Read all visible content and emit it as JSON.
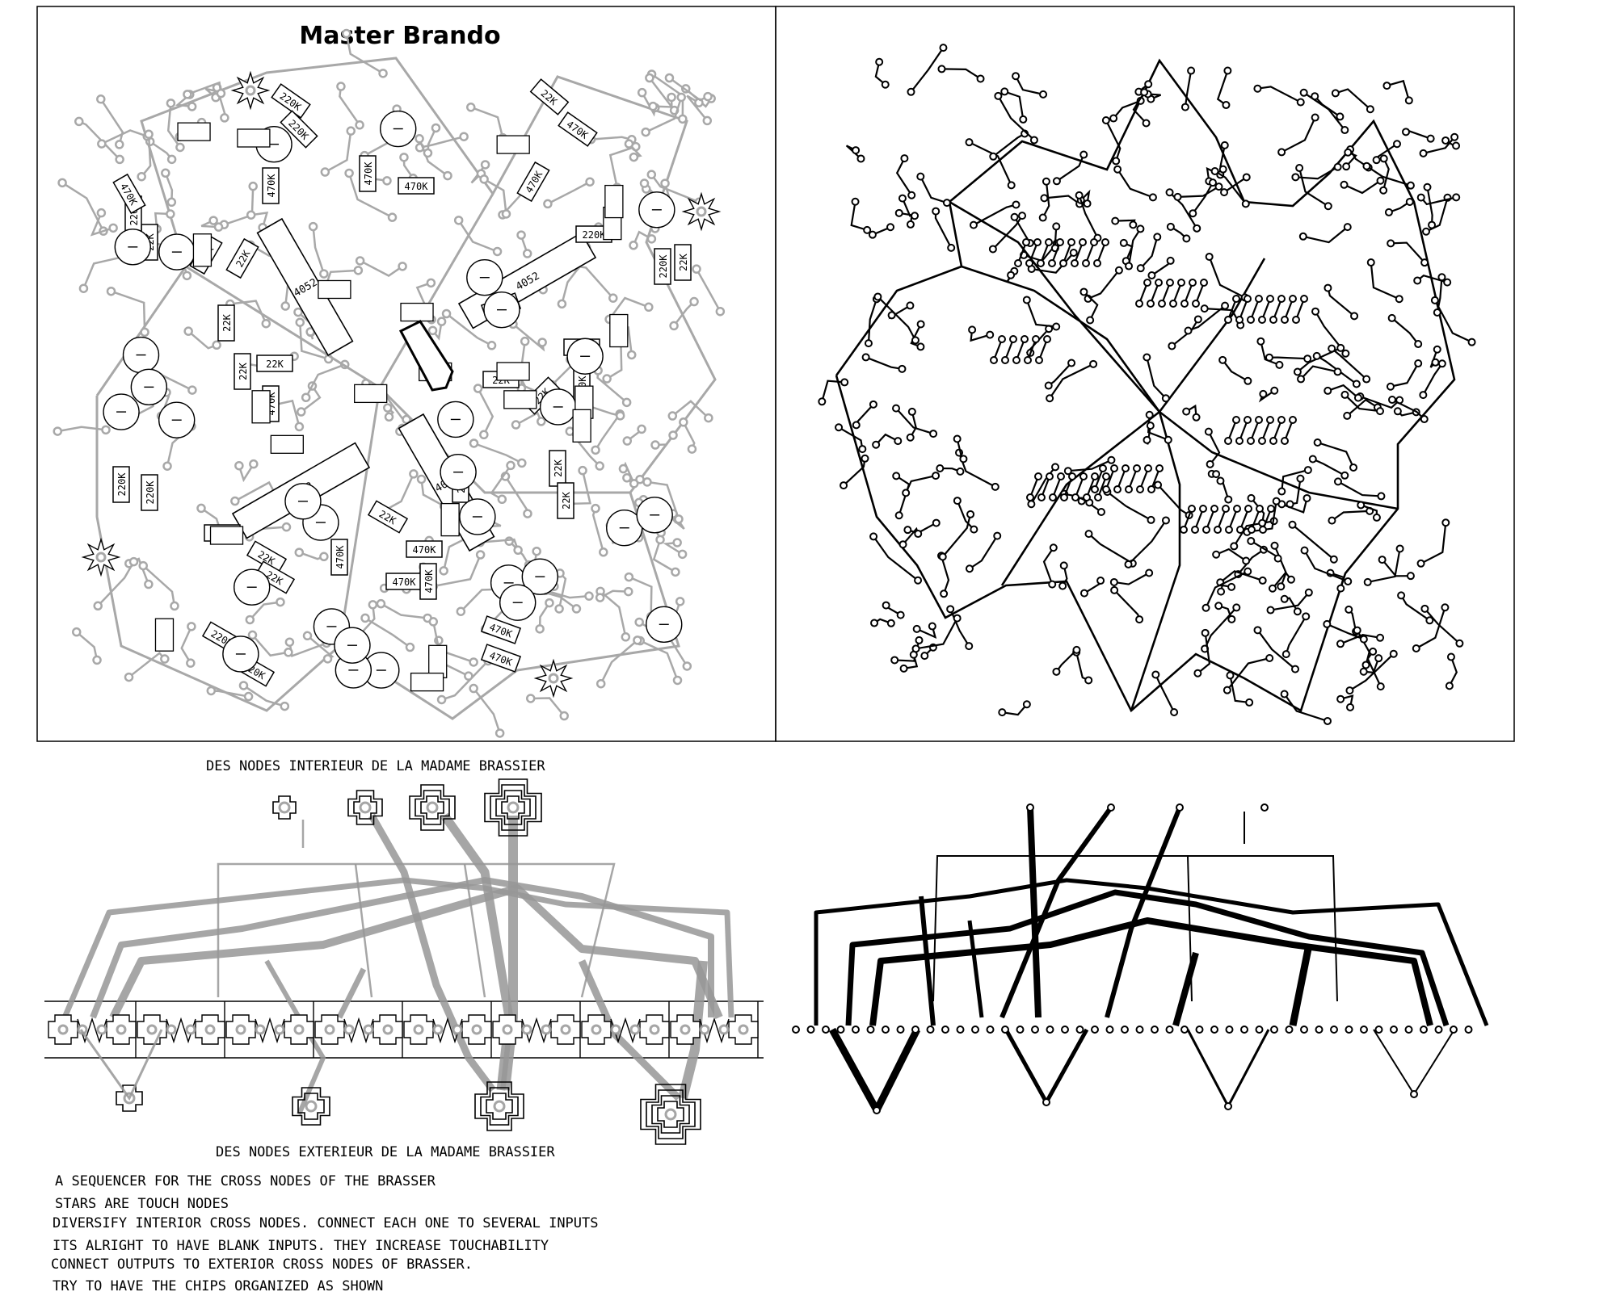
{
  "title": "Master Brando",
  "components": {
    "resistors": [
      "220K",
      "220K",
      "470K",
      "470K",
      "470K",
      "22K",
      "22K",
      "22K",
      "22K",
      "470K",
      "22K",
      "470K",
      "220K",
      "220K",
      "22K",
      "470K",
      "470K",
      "22K",
      "22K",
      "22K",
      "470K",
      "470K",
      "22K",
      "470K",
      "22K",
      "22K",
      "22K",
      "470K",
      "220K",
      "220K",
      "470K",
      "470K",
      "22K",
      "220K",
      "470K",
      "22K",
      "22K",
      "22K",
      "470K",
      "470K",
      "220K",
      "220K"
    ],
    "chips": [
      "4052",
      "4052",
      "4052",
      "4052"
    ]
  },
  "interior_nodes_label": "DES NODES INTERIEUR DE LA MADAME BRASSIER",
  "exterior_nodes_label": "DES NODES EXTERIEUR DE LA MADAME BRASSIER",
  "notes": [
    "A SEQUENCER FOR THE CROSS NODES OF THE BRASSER",
    "STARS ARE TOUCH NODES",
    "DIVERSIFY INTERIOR CROSS NODES. CONNECT EACH ONE TO SEVERAL INPUTS",
    "ITS ALRIGHT TO HAVE BLANK INPUTS. THEY INCREASE TOUCHABILITY",
    "CONNECT OUTPUTS TO EXTERIOR CROSS NODES OF BRASSER.",
    "TRY TO HAVE THE CHIPS ORGANIZED AS SHOWN"
  ],
  "colors": {
    "ink": "#000000",
    "trace_gray": "#a8a8a8",
    "paper": "#ffffff"
  }
}
